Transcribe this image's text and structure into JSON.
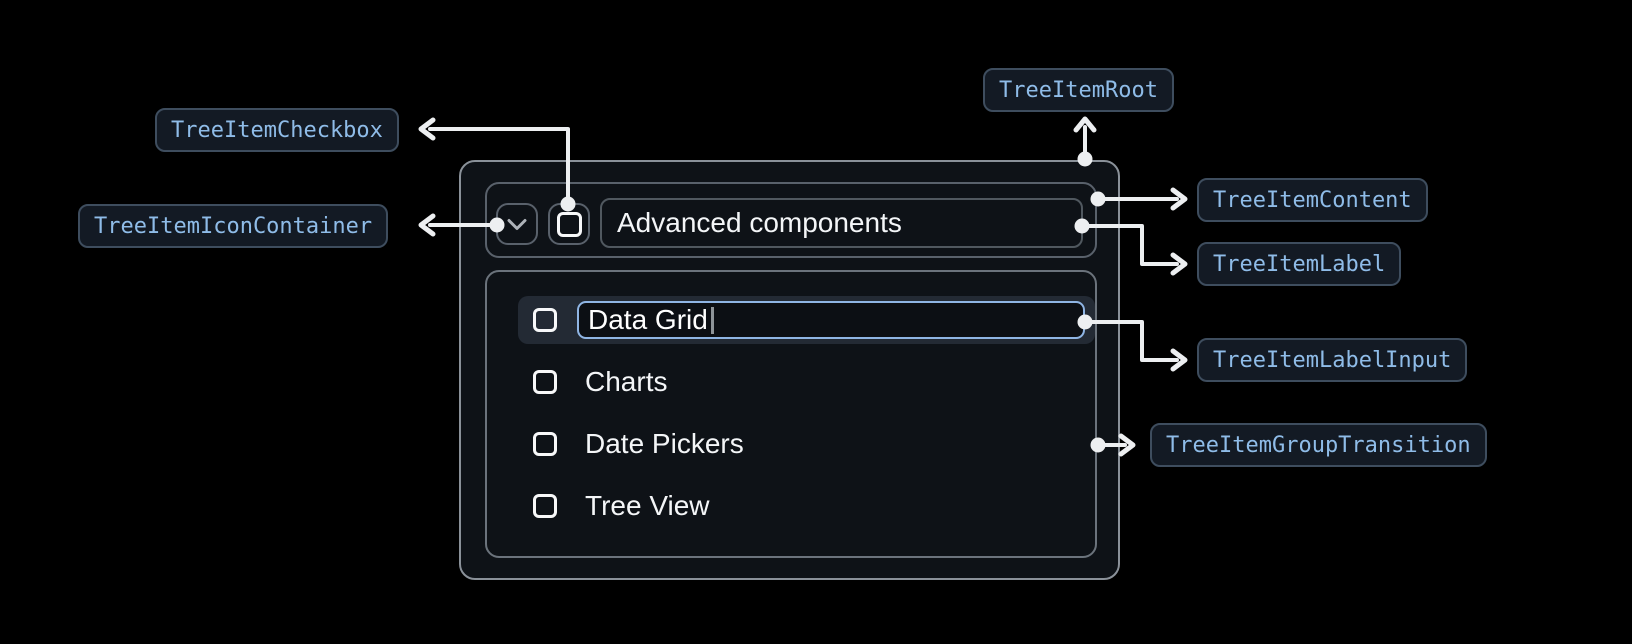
{
  "badges": {
    "root": {
      "label": "TreeItemRoot"
    },
    "checkbox": {
      "label": "TreeItemCheckbox"
    },
    "icon_container": {
      "label": "TreeItemIconContainer"
    },
    "content": {
      "label": "TreeItemContent"
    },
    "item_label": {
      "label": "TreeItemLabel"
    },
    "label_input": {
      "label": "TreeItemLabelInput"
    },
    "group_transition": {
      "label": "TreeItemGroupTransition"
    }
  },
  "tree": {
    "parent_label": "Advanced components",
    "expanded": true,
    "editing_item": {
      "value": "Data Grid",
      "checked": false
    },
    "children": [
      {
        "label": "Charts",
        "checked": false
      },
      {
        "label": "Date Pickers",
        "checked": false
      },
      {
        "label": "Tree View",
        "checked": false
      }
    ]
  },
  "colors": {
    "page_bg": "#000000",
    "root_bg": "#0E1217",
    "root_border": "#8A9199",
    "inner_border": "#59616B",
    "badge_bg": "#131A24",
    "badge_border": "#3E4D5E",
    "badge_text": "#8FBCE8",
    "connector": "#EDEFF1",
    "input_border": "#8FB5E4",
    "row_highlight_bg": "#232A34",
    "text": "#F4F6F8"
  }
}
